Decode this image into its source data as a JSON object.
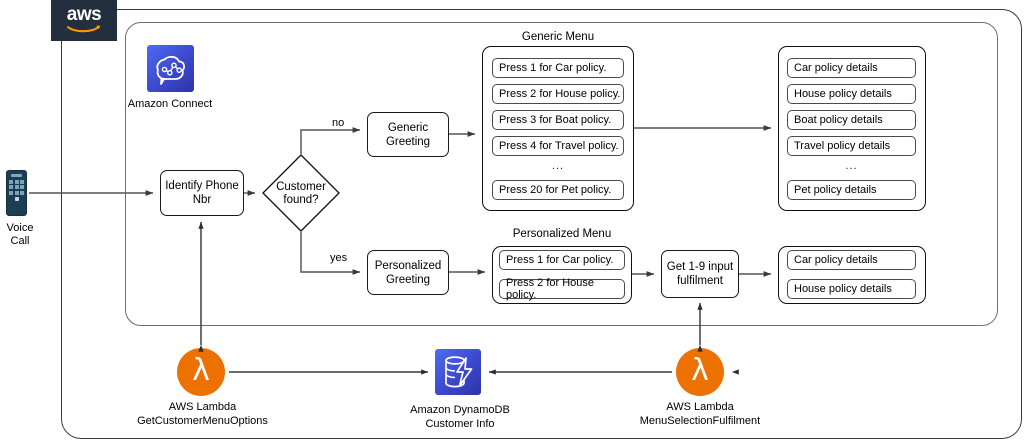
{
  "brand": {
    "logo_text": "aws",
    "accent_orange": "#ED7100",
    "aws_navy": "#232F3E",
    "service_blue": "#3B48CC"
  },
  "entry": {
    "icon": "mobile-phone-icon",
    "label_line1": "Voice",
    "label_line2": "Call"
  },
  "connect": {
    "icon": "amazon-connect-icon",
    "label": "Amazon Connect"
  },
  "flow": {
    "identify": "Identify Phone Nbr",
    "decision": "Customer found?",
    "decision_line1": "Customer",
    "decision_line2": "found?",
    "edge_no": "no",
    "edge_yes": "yes",
    "generic_greeting": "Generic Greeting",
    "generic_greeting_l1": "Generic",
    "generic_greeting_l2": "Greeting",
    "personalized_greeting": "Personalized Greeting",
    "personalized_greeting_l1": "Personalized",
    "personalized_greeting_l2": "Greeting",
    "fulfilment": "Get 1-9 input fulfilment",
    "fulfilment_l1": "Get 1-9 input",
    "fulfilment_l2": "fulfilment"
  },
  "generic_menu": {
    "title": "Generic Menu",
    "items": [
      "Press 1 for Car policy.",
      "Press 2 for House policy.",
      "Press 3 for Boat policy.",
      "Press 4 for Travel policy.",
      "Press 20 for Pet policy."
    ],
    "ellipsis": "..."
  },
  "generic_outcomes": {
    "items": [
      "Car policy details",
      "House policy details",
      "Boat policy details",
      "Travel policy details",
      "Pet policy details"
    ],
    "ellipsis": "..."
  },
  "personalized_menu": {
    "title": "Personalized Menu",
    "items": [
      "Press 1 for Car policy.",
      "Press 2 for House policy."
    ]
  },
  "personalized_outcomes": {
    "items": [
      "Car policy details",
      "House policy details"
    ]
  },
  "services": {
    "lambda_left": {
      "icon": "aws-lambda-icon",
      "glyph": "λ",
      "line1": "AWS Lambda",
      "line2": "GetCustomerMenuOptions"
    },
    "dynamodb": {
      "icon": "amazon-dynamodb-icon",
      "line1": "Amazon DynamoDB",
      "line2": "Customer Info"
    },
    "lambda_right": {
      "icon": "aws-lambda-icon",
      "glyph": "λ",
      "line1": "AWS Lambda",
      "line2": "MenuSelectionFulfilment"
    }
  }
}
